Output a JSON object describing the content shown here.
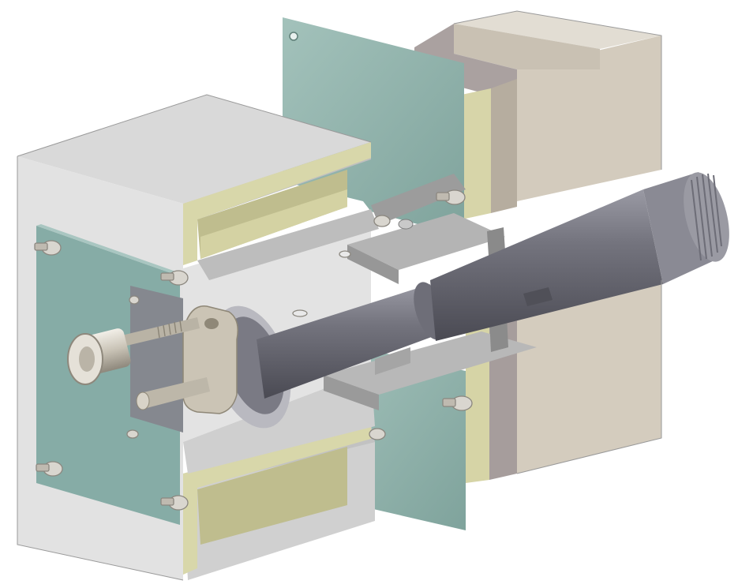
{
  "figure": {
    "kind": "cutaway-3d-illustration",
    "background": "#ffffff",
    "labels": []
  },
  "palette": {
    "housing_light": "#dcdcdc",
    "housing_mid": "#c8c8c8",
    "housing_dark": "#a8a8a8",
    "insulation": "#d9d8ae",
    "insulation_dark": "#bdbb8c",
    "plate": "#8fb1aa",
    "plate_dark": "#6f938c",
    "block_tan": "#d8d1c4",
    "block_tan_dark": "#b9b0a1",
    "block_mauve": "#a9a0a0",
    "tube": "#6c6c76",
    "tube_light": "#8d8d98",
    "tube_dark": "#4f4f58",
    "hardware": "#d6d0c2",
    "hardware_dark": "#a69f8f"
  },
  "components": [
    "front-housing",
    "front-mounting-plate",
    "insulation-liner",
    "middle-mounting-plate",
    "wall-blocks",
    "tapered-tube",
    "clamp-bracket",
    "knurled-cap",
    "support-brackets",
    "mounting-bolts"
  ]
}
